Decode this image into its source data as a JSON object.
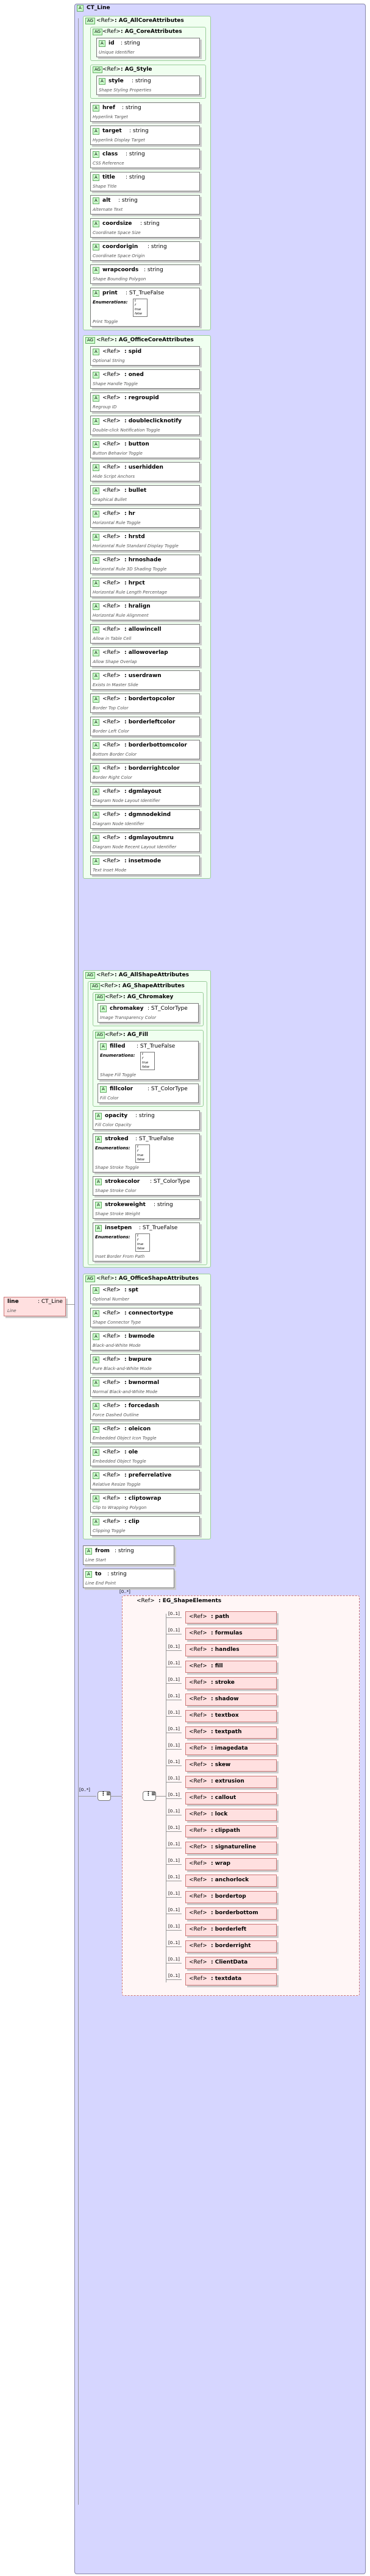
{
  "root": {
    "name": "line",
    "type": ": CT_Line",
    "doc": "Line",
    "ct_title": "CT_Line"
  },
  "attr_groups": [
    {
      "ref": "<Ref>",
      "name": ": AG_AllCoreAttributes",
      "sub": [
        {
          "name": ": AG_CoreAttributes",
          "items": [
            {
              "name": "id",
              "type": ": string",
              "doc": "Unique Identifier"
            }
          ]
        },
        {
          "name": ": AG_Style",
          "items": [
            {
              "name": "style",
              "type": ": string",
              "doc": "Shape Styling Properties"
            }
          ]
        }
      ],
      "items": [
        {
          "name": "href",
          "type": ": string",
          "doc": "Hyperlink Target"
        },
        {
          "name": "target",
          "type": ": string",
          "doc": "Hyperlink Display Target"
        },
        {
          "name": "class",
          "type": ": string",
          "doc": "CSS Reference"
        },
        {
          "name": "title",
          "type": ": string",
          "doc": "Shape Title"
        },
        {
          "name": "alt",
          "type": ": string",
          "doc": "Alternate Text"
        },
        {
          "name": "coordsize",
          "type": ": string",
          "doc": "Coordinate Space Size"
        },
        {
          "name": "coordorigin",
          "type": ": string",
          "doc": "Coordinate Space Origin"
        },
        {
          "name": "wrapcoords",
          "type": ": string",
          "doc": "Shape Bounding Polygon"
        },
        {
          "name": "print",
          "type": ": ST_TrueFalse",
          "doc": "Print Toggle",
          "enum": [
            "t",
            "f",
            "true",
            "false"
          ]
        }
      ]
    },
    {
      "ref": "<Ref>",
      "name": ": AG_OfficeCoreAttributes",
      "items": [
        {
          "name": ": spid",
          "doc": "Optional String"
        },
        {
          "name": ": oned",
          "doc": "Shape Handle Toggle"
        },
        {
          "name": ": regroupid",
          "doc": "Regroup ID"
        },
        {
          "name": ": doubleclicknotify",
          "doc": "Double-click Notification Toggle"
        },
        {
          "name": ": button",
          "doc": "Button Behavior Toggle"
        },
        {
          "name": ": userhidden",
          "doc": "Hide Script Anchors"
        },
        {
          "name": ": bullet",
          "doc": "Graphical Bullet"
        },
        {
          "name": ": hr",
          "doc": "Horizontal Rule Toggle"
        },
        {
          "name": ": hrstd",
          "doc": "Horizontal Rule Standard Display Toggle"
        },
        {
          "name": ": hrnoshade",
          "doc": "Horizontal Rule 3D Shading Toggle"
        },
        {
          "name": ": hrpct",
          "doc": "Horizontal Rule Length Percentage"
        },
        {
          "name": ": hralign",
          "doc": "Horizontal Rule Alignment"
        },
        {
          "name": ": allowincell",
          "doc": "Allow in Table Cell"
        },
        {
          "name": ": allowoverlap",
          "doc": "Allow Shape Overlap"
        },
        {
          "name": ": userdrawn",
          "doc": "Exists In Master Slide"
        },
        {
          "name": ": bordertopcolor",
          "doc": "Border Top Color"
        },
        {
          "name": ": borderleftcolor",
          "doc": "Border Left Color"
        },
        {
          "name": ": borderbottomcolor",
          "doc": "Bottom Border Color"
        },
        {
          "name": ": borderrightcolor",
          "doc": "Border Right Color"
        },
        {
          "name": ": dgmlayout",
          "doc": "Diagram Node Layout Identifier"
        },
        {
          "name": ": dgmnodekind",
          "doc": "Diagram Node Identifier"
        },
        {
          "name": ": dgmlayoutmru",
          "doc": "Diagram Node Recent Layout Identifier"
        },
        {
          "name": ": insetmode",
          "doc": "Text Inset Mode"
        }
      ]
    },
    {
      "ref": "<Ref>",
      "name": ": AG_AllShapeAttributes",
      "inner_name": ": AG_ShapeAttributes",
      "sub": [
        {
          "name": ": AG_Chromakey",
          "items": [
            {
              "name": "chromakey",
              "type": ": ST_ColorType",
              "doc": "Image Transparency Color"
            }
          ]
        },
        {
          "name": ": AG_Fill",
          "items": [
            {
              "name": "filled",
              "type": ": ST_TrueFalse",
              "doc": "Shape Fill Toggle",
              "enum": [
                "t",
                "f",
                "true",
                "false"
              ]
            },
            {
              "name": "fillcolor",
              "type": ": ST_ColorType",
              "doc": "Fill Color"
            }
          ]
        }
      ],
      "items": [
        {
          "name": "opacity",
          "type": ": string",
          "doc": "Fill Color Opacity"
        },
        {
          "name": "stroked",
          "type": ": ST_TrueFalse",
          "doc": "Shape Stroke Toggle",
          "enum": [
            "t",
            "f",
            "true",
            "false"
          ]
        },
        {
          "name": "strokecolor",
          "type": ": ST_ColorType",
          "doc": "Shape Stroke Color"
        },
        {
          "name": "strokeweight",
          "type": ": string",
          "doc": "Shape Stroke Weight"
        },
        {
          "name": "insetpen",
          "type": ": ST_TrueFalse",
          "doc": "Inset Border From Path",
          "enum": [
            "t",
            "f",
            "true",
            "false"
          ]
        }
      ]
    },
    {
      "ref": "<Ref>",
      "name": ": AG_OfficeShapeAttributes",
      "items": [
        {
          "name": ": spt",
          "doc": "Optional Number"
        },
        {
          "name": ": connectortype",
          "doc": "Shape Connector Type"
        },
        {
          "name": ": bwmode",
          "doc": "Black-and-White Mode"
        },
        {
          "name": ": bwpure",
          "doc": "Pure Black-and-White Mode"
        },
        {
          "name": ": bwnormal",
          "doc": "Normal Black-and-White Mode"
        },
        {
          "name": ": forcedash",
          "doc": "Force Dashed Outline"
        },
        {
          "name": ": oleicon",
          "doc": "Embedded Object Icon Toggle"
        },
        {
          "name": ": ole",
          "doc": "Embedded Object Toggle"
        },
        {
          "name": ": preferrelative",
          "doc": "Relative Resize Toggle"
        },
        {
          "name": ": cliptowrap",
          "doc": "Clip to Wrapping Polygon"
        },
        {
          "name": ": clip",
          "doc": "Clipping Toggle"
        }
      ]
    }
  ],
  "line_attrs": [
    {
      "name": "from",
      "type": ": string",
      "doc": "Line Start"
    },
    {
      "name": "to",
      "type": ": string",
      "doc": "Line End Point"
    }
  ],
  "enum_label": "Enumerations:",
  "ref_label": "<Ref>",
  "attr_tag": "A",
  "group_tag": "AG",
  "choice": {
    "mult": "[0..*]",
    "group_name": ": EG_ShapeElements",
    "elements": [
      {
        "mult": "[0..1]",
        "name": ": path"
      },
      {
        "mult": "[0..1]",
        "name": ": formulas"
      },
      {
        "mult": "[0..1]",
        "name": ": handles"
      },
      {
        "mult": "[0..1]",
        "name": ": fill"
      },
      {
        "mult": "[0..1]",
        "name": ": stroke"
      },
      {
        "mult": "[0..1]",
        "name": ": shadow"
      },
      {
        "mult": "[0..1]",
        "name": ": textbox"
      },
      {
        "mult": "[0..1]",
        "name": ": textpath"
      },
      {
        "mult": "[0..1]",
        "name": ": imagedata"
      },
      {
        "mult": "[0..1]",
        "name": ": skew"
      },
      {
        "mult": "[0..1]",
        "name": ": extrusion"
      },
      {
        "mult": "[0..1]",
        "name": ": callout"
      },
      {
        "mult": "[0..1]",
        "name": ": lock"
      },
      {
        "mult": "[0..1]",
        "name": ": clippath"
      },
      {
        "mult": "[0..1]",
        "name": ": signatureline"
      },
      {
        "mult": "[0..1]",
        "name": ": wrap"
      },
      {
        "mult": "[0..1]",
        "name": ": anchorlock"
      },
      {
        "mult": "[0..1]",
        "name": ": bordertop"
      },
      {
        "mult": "[0..1]",
        "name": ": borderbottom"
      },
      {
        "mult": "[0..1]",
        "name": ": borderleft"
      },
      {
        "mult": "[0..1]",
        "name": ": borderright"
      },
      {
        "mult": "[0..1]",
        "name": ": ClientData"
      },
      {
        "mult": "[0..1]",
        "name": ": textdata"
      }
    ]
  }
}
